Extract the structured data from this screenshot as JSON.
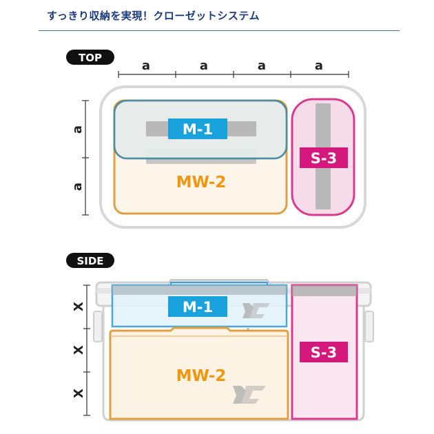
{
  "header": {
    "title": "すっきり収納を実現！クローゼットシステム"
  },
  "top_view": {
    "badge": "TOP",
    "width_labels": [
      "a",
      "a",
      "a",
      "a"
    ],
    "height_labels": [
      "a",
      "a"
    ],
    "boxes": {
      "m1": "M-1",
      "mw2": "MW-2",
      "s3": "S-3"
    }
  },
  "side_view": {
    "badge": "SIDE",
    "height_labels": [
      "X",
      "X",
      "X"
    ],
    "boxes": {
      "m1": "M-1",
      "mw2": "MW-2",
      "s3": "S-3"
    }
  },
  "colors": {
    "header_text": "#1b3a7a",
    "m1_label_bg": "#1aa2dc",
    "mw2_label_text": "#f0960f",
    "mw2_border": "#e0a040",
    "s3_label_bg": "#d4187c",
    "s3_border": "#d93a8f",
    "badge_bg": "#111111"
  }
}
